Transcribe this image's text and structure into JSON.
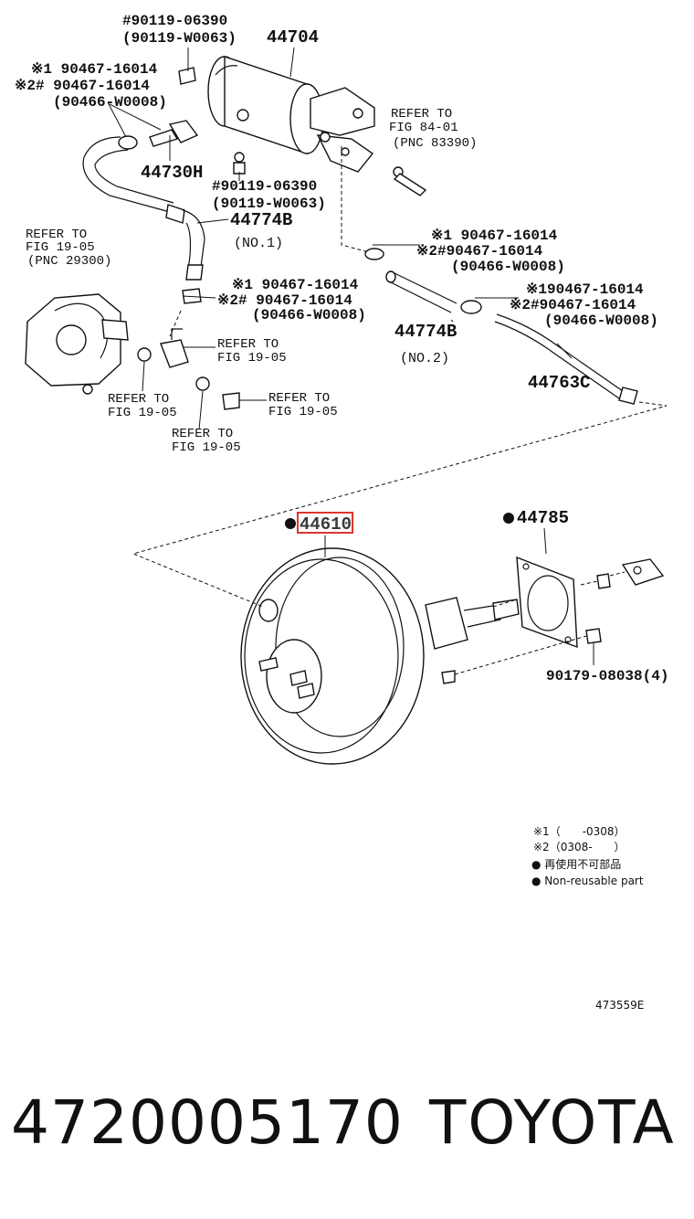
{
  "diagram": {
    "labels": {
      "top_bolt_1": "#90119-06390",
      "top_bolt_2": "(90119-W0063)",
      "tank": "44704",
      "clamp_a1": "※1 90467-16014",
      "clamp_a2": "※2# 90467-16014",
      "clamp_a3": "(90466-W0008)",
      "ref_84_1": "REFER TO",
      "ref_84_2": "FIG 84-01",
      "ref_84_3": "(PNC 83390)",
      "valve": "44730H",
      "mid_bolt_1": "#90119-06390",
      "mid_bolt_2": "(90119-W0063)",
      "hose_b": "44774B",
      "hose_b_no1": "(NO.1)",
      "ref_19_1a": "REFER TO",
      "ref_19_1b": "FIG 19-05",
      "ref_19_1c": "(PNC 29300)",
      "clamp_b1": "※1 90467-16014",
      "clamp_b2": "※2#90467-16014",
      "clamp_b3": "(90466-W0008)",
      "clamp_c1": "※1 90467-16014",
      "clamp_c2": "※2# 90467-16014",
      "clamp_c3": "(90466-W0008)",
      "clamp_d1": "※190467-16014",
      "clamp_d2": "※2#90467-16014",
      "clamp_d3": "(90466-W0008)",
      "hose_b2": "44774B",
      "hose_b_no2": "(NO.2)",
      "pipe": "44763C",
      "ref_19_2a": "REFER TO",
      "ref_19_2b": "FIG 19-05",
      "ref_19_3a": "REFER TO",
      "ref_19_3b": "FIG 19-05",
      "ref_19_4a": "REFER TO",
      "ref_19_4b": "FIG 19-05",
      "ref_19_5a": "REFER TO",
      "ref_19_5b": "FIG 19-05",
      "booster": "44610",
      "gasket": "44785",
      "nut": "90179-08038(4)",
      "image_code": "473559E"
    },
    "legend": {
      "row1": "※1（　　-0308）",
      "row2": "※2（0308-　　）",
      "row3": "● 再使用不可部品",
      "row4": "● Non-reusable part"
    },
    "highlight_color": "#d9362f"
  },
  "footer": {
    "part_number": "4720005170",
    "brand": "TOYOTA"
  }
}
